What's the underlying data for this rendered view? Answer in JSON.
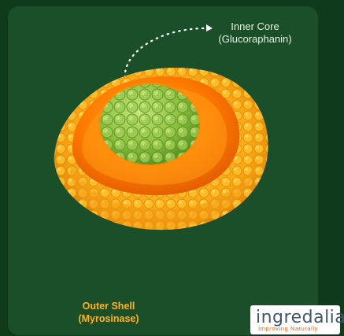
{
  "labels": {
    "inner_core_line1": "Inner Core",
    "inner_core_line2": "(Glucoraphanin)",
    "outer_shell_line1": "Outer Shell",
    "outer_shell_line2": "(Myrosinase)"
  },
  "logo": {
    "wordmark": "ingredalia",
    "tagline": "Improving Naturally"
  },
  "colors": {
    "background": "#0f3b1c",
    "panel": "#1b4f2a",
    "shell": "#f7a21b",
    "shell_inner": "#ff7a00",
    "core": "#8bc34a",
    "outer_label": "#ffb21f"
  }
}
